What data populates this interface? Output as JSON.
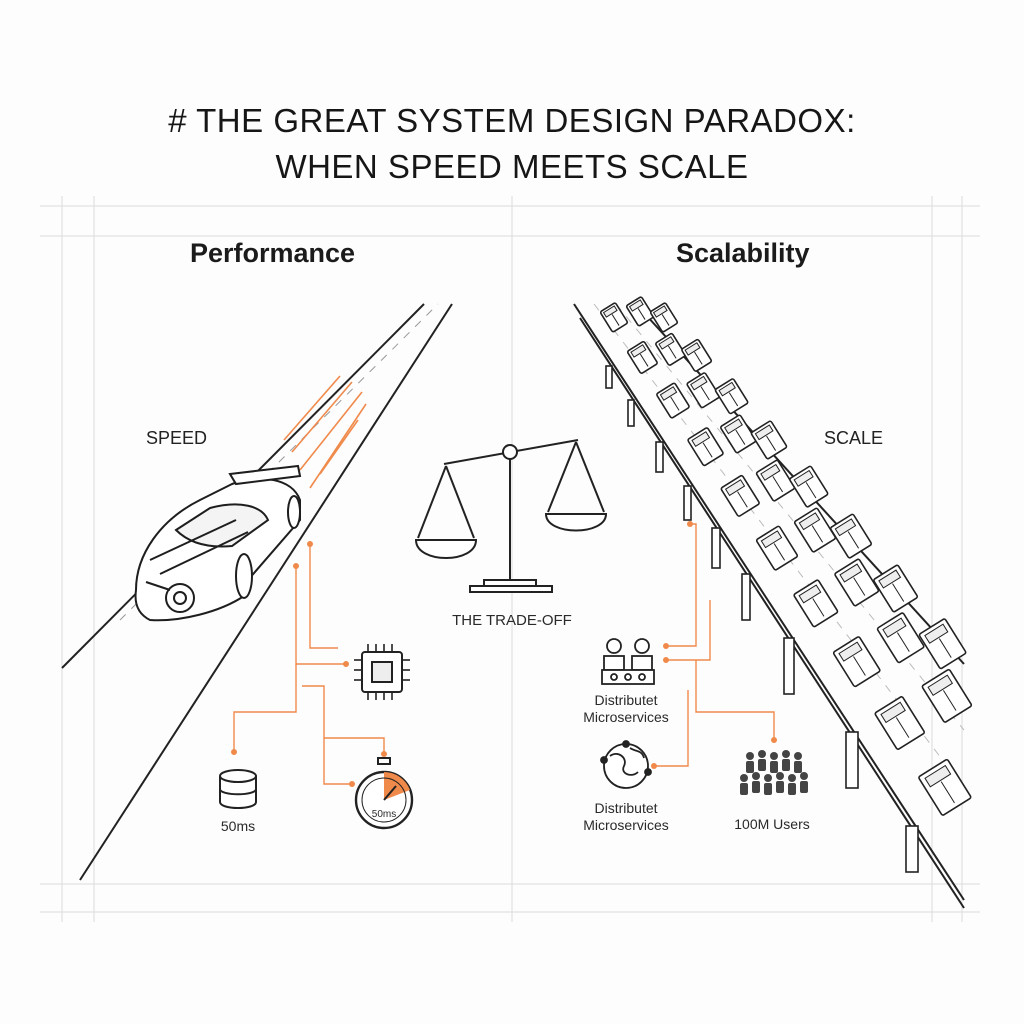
{
  "title": {
    "line1": "# THE GREAT SYSTEM DESIGN PARADOX:",
    "line2": "WHEN SPEED MEETS SCALE"
  },
  "performance": {
    "heading": "Performance",
    "road_label": "SPEED",
    "latency_label": "50ms",
    "timer_label": "50ms"
  },
  "scalability": {
    "heading": "Scalability",
    "road_label": "SCALE",
    "services_label_1": "Distributet\nMicroservices",
    "services_label_2": "Distributet\nMicroservices",
    "users_label": "100M Users"
  },
  "center": {
    "tradeoff_label": "THE TRADE-OFF"
  },
  "colors": {
    "accent": "#f08a4b",
    "ink": "#1a1a1a",
    "grid": "#d8d8d8"
  }
}
